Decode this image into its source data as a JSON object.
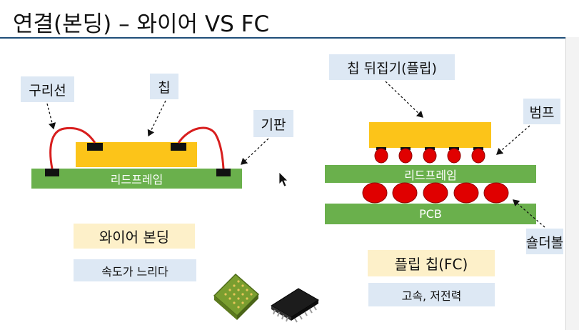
{
  "slide": {
    "title": "연결(본딩) – 와이어 VS FC"
  },
  "wire_bonding": {
    "label_copper_wire": "구리선",
    "label_chip": "칩",
    "label_substrate": "기판",
    "leadframe_label": "리드프레임",
    "caption_title": "와이어 본딩",
    "caption_desc": "속도가 느리다"
  },
  "flip_chip": {
    "label_chip_flipper": "칩 뒤집기(플립)",
    "label_bump": "범프",
    "leadframe_label": "리드프레임",
    "pcb_label": "PCB",
    "label_solder_ball": "숄더볼",
    "caption_title": "플립 칩(FC)",
    "caption_desc": "고속, 저전력"
  },
  "colors": {
    "chip": "#fcc419",
    "leadframe": "#6ab04c",
    "wire": "#d81e1e",
    "bump": "#e00000",
    "callout_bg": "#dde8f4",
    "caption_bg": "#fdf0c9"
  },
  "icons": [
    "bga-chip-icon",
    "soic-chip-icon",
    "mouse-cursor-icon"
  ]
}
